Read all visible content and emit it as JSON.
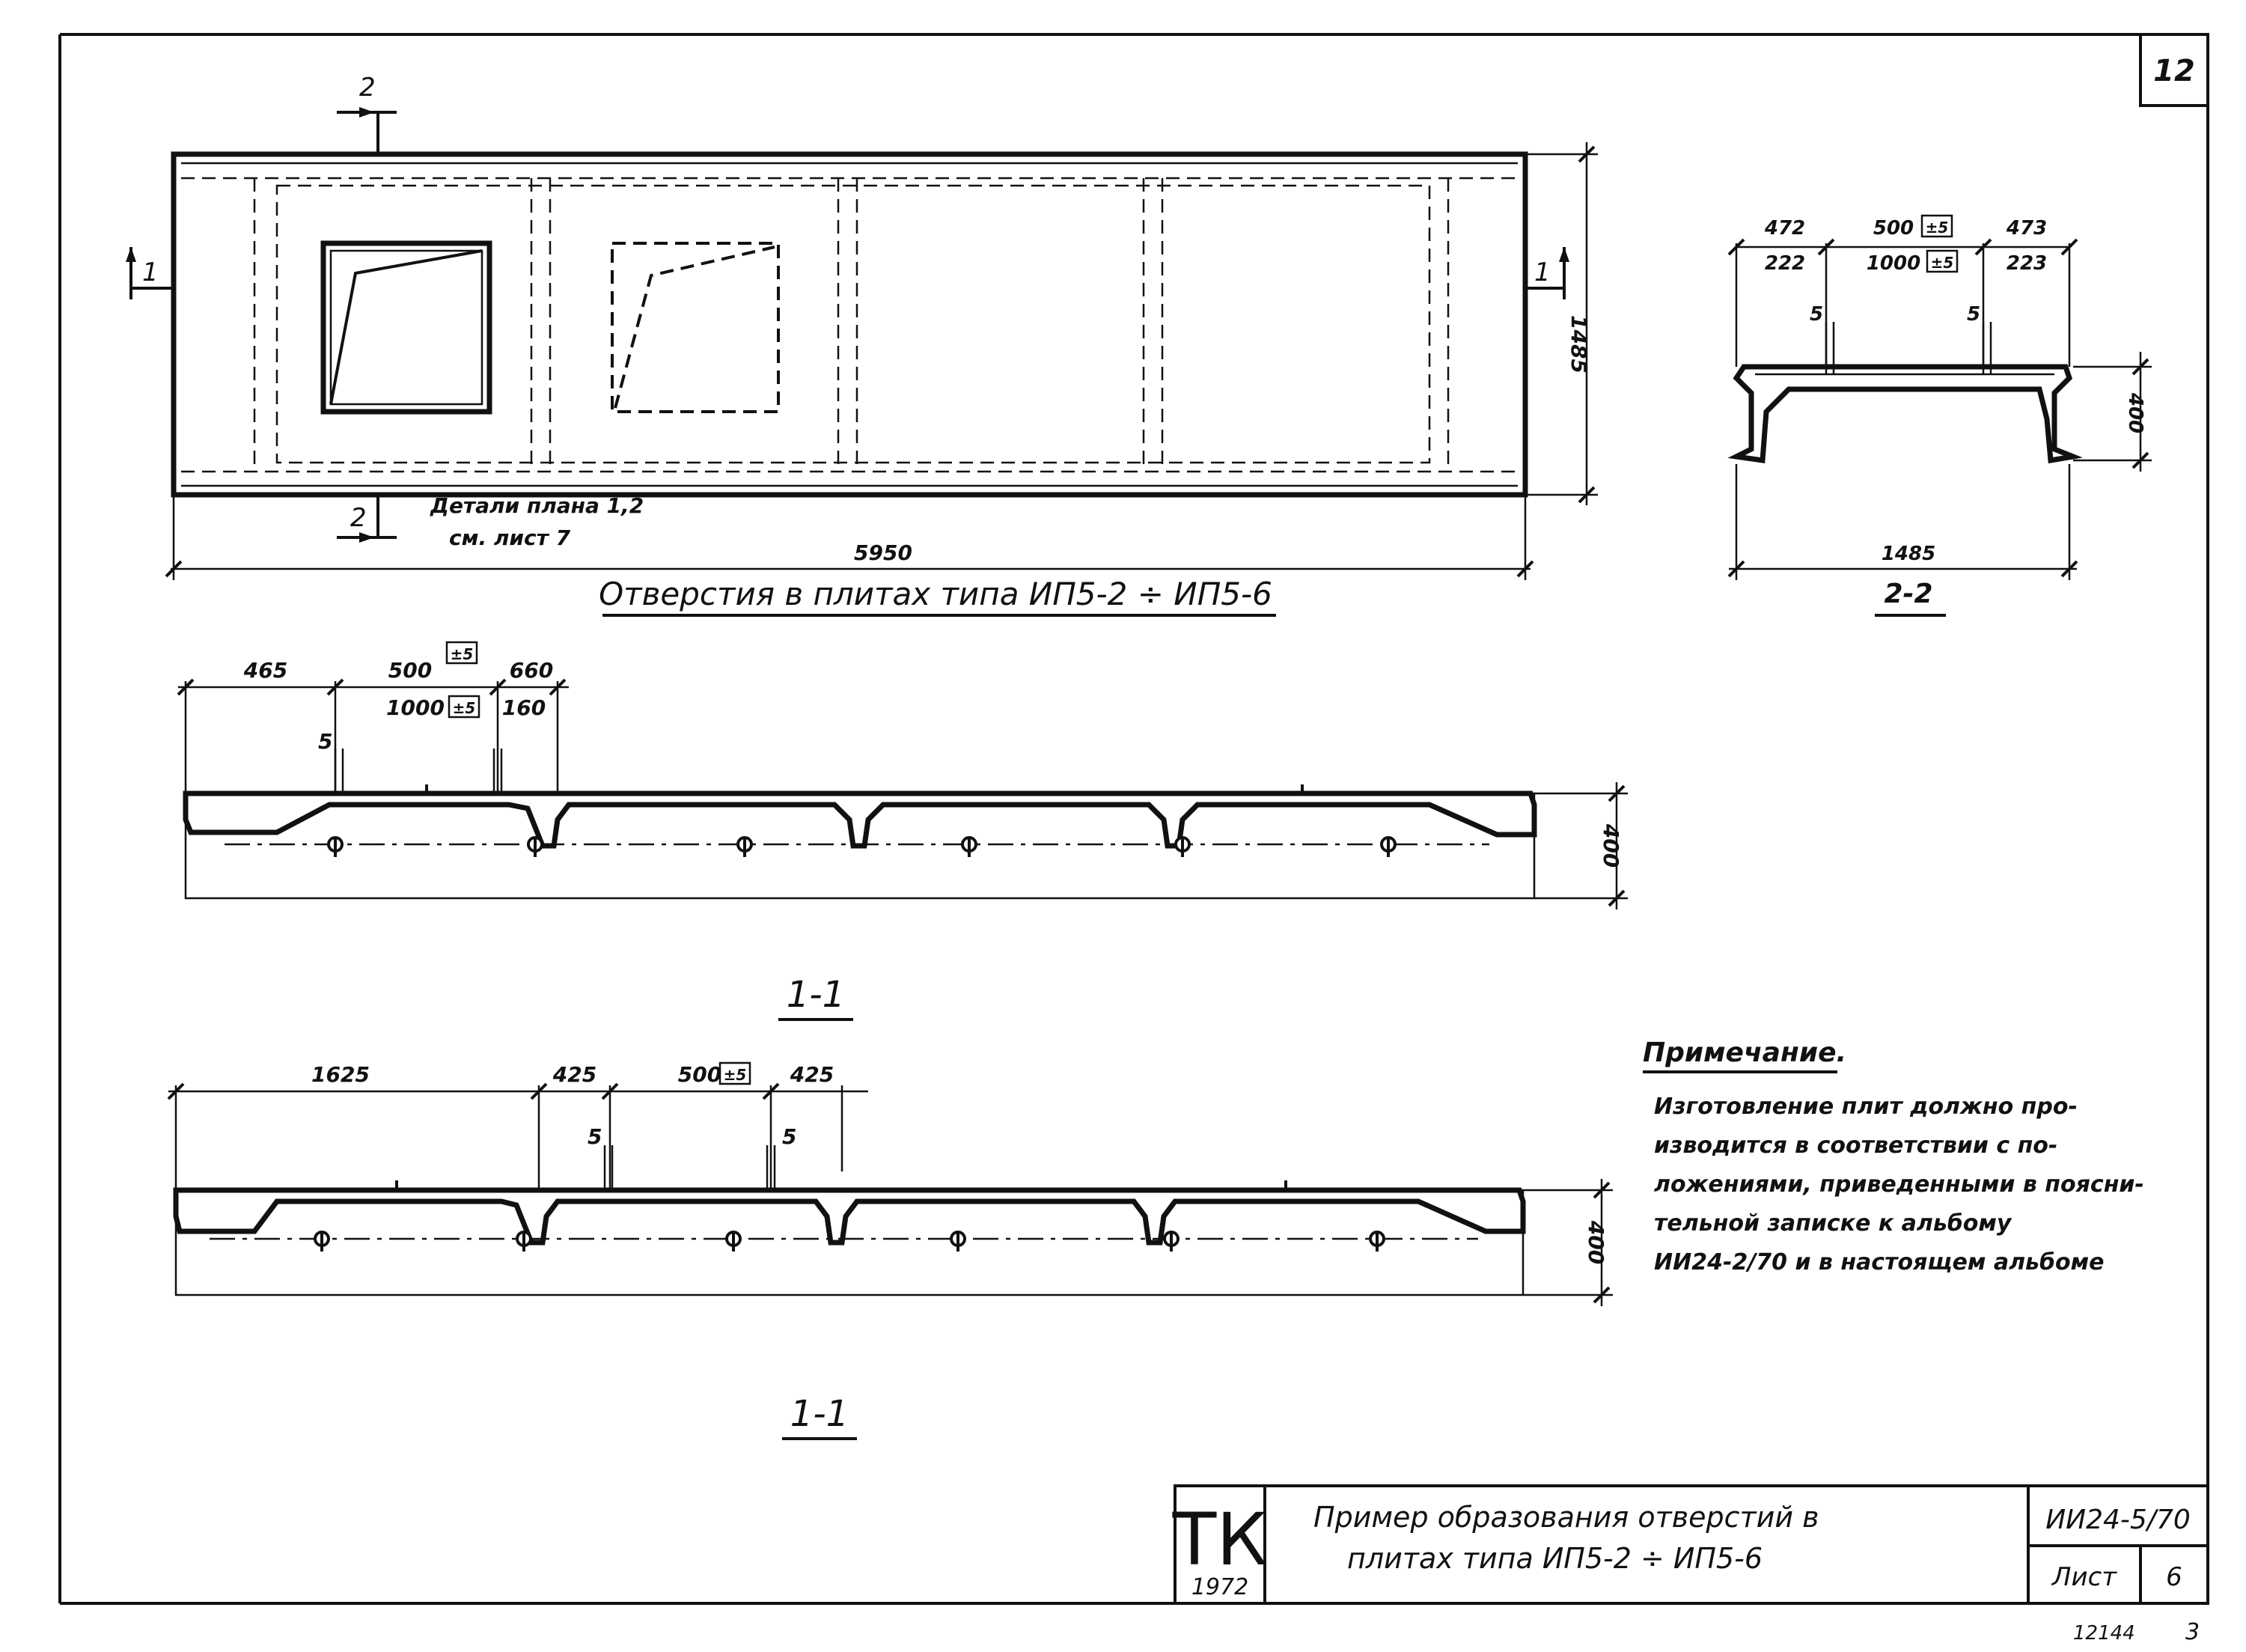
{
  "sheet": {
    "corner_number": "12",
    "stamp": {
      "text": "12144",
      "sub": "3"
    }
  },
  "plan": {
    "title": "Отверстия в плитах типа ИП5-2 ÷ ИП5-6",
    "section_mark": "2",
    "section_mark_side": "1",
    "note_line1": "Детали плана 1,2",
    "note_line2": "см. лист  7",
    "dim_length": "5950",
    "dim_width": "1485"
  },
  "section_22": {
    "title": "2-2",
    "dims_top": [
      "472",
      "500",
      "473"
    ],
    "tol_top": "±5",
    "dims_second": [
      "222",
      "1000",
      "223"
    ],
    "tol_second": "±5",
    "dim_small": "5",
    "dim_height": "400",
    "dim_bottom": "1485"
  },
  "section_11a": {
    "title": "1-1",
    "dims_top": [
      "465",
      "500",
      "660"
    ],
    "tol_top": "±5",
    "dims_second": [
      "1000",
      "160"
    ],
    "tol_second": "±5",
    "dim_small": "5",
    "dim_height": "400"
  },
  "section_11b": {
    "title": "1-1",
    "dims_top": [
      "1625",
      "425",
      "500",
      "425"
    ],
    "tol": "±5",
    "dim_small": "5",
    "dim_height": "400"
  },
  "note": {
    "heading": "Примечание.",
    "lines": [
      "Изготовление плит должно про-",
      "изводится в соответствии с по-",
      "ложениями, приведенными в поясни-",
      "тельной записке к альбому",
      "ИИ24-2/70 и в настоящем альбоме"
    ]
  },
  "title_block": {
    "logo": "ТК",
    "year": "1972",
    "title_line1": "Пример образования отверстий в",
    "title_line2": "плитах типа ИП5-2 ÷ ИП5-6",
    "album": "ИИ24-5/70",
    "sheet_label": "Лист",
    "sheet_number": "6"
  }
}
